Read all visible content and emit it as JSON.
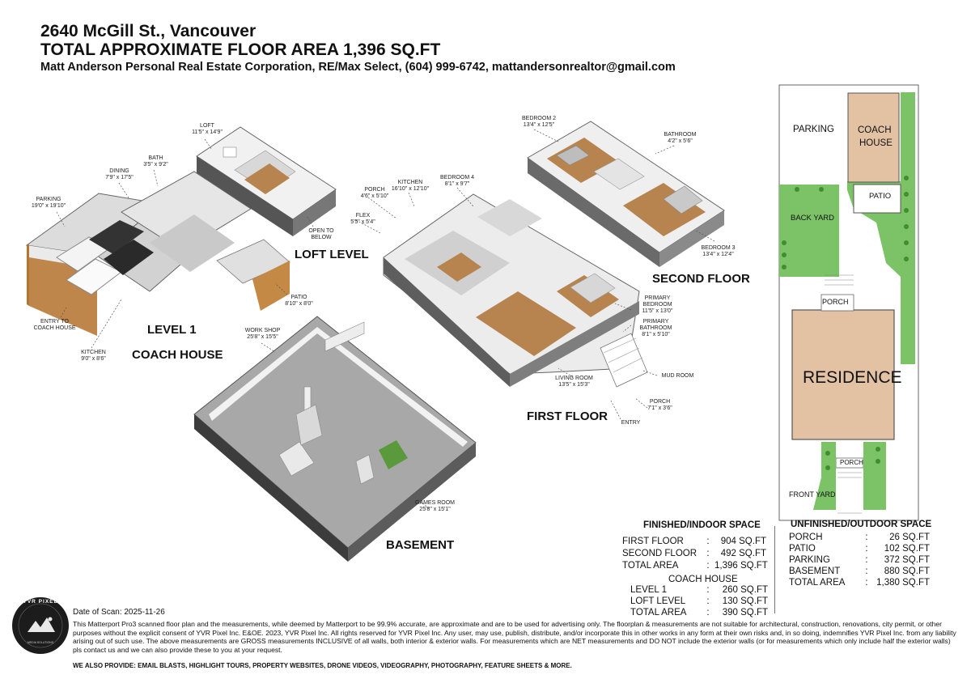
{
  "header": {
    "address": "2640 McGill St., Vancouver",
    "total_area": "TOTAL APPROXIMATE FLOOR AREA 1,396 SQ.FT",
    "agent": "Matt Anderson Personal Real Estate Corporation, RE/Max Select, (604) 999-6742, mattandersonrealtor@gmail.com"
  },
  "levels": {
    "loft": "LOFT LEVEL",
    "level1": "LEVEL 1",
    "coach_house": "COACH HOUSE",
    "second_floor": "SECOND FLOOR",
    "first_floor": "FIRST FLOOR",
    "basement": "BASEMENT"
  },
  "rooms": {
    "loft": {
      "name": "LOFT",
      "dim": "11'5\" x 14'9\""
    },
    "open_to_below": {
      "name": "OPEN TO",
      "dim": "BELOW"
    },
    "bath": {
      "name": "BATH",
      "dim": "3'5\" x 9'2\""
    },
    "dining": {
      "name": "DINING",
      "dim": "7'9\" x 17'5\""
    },
    "parking": {
      "name": "PARKING",
      "dim": "19'0\" x 19'10\""
    },
    "entry_coach": {
      "name": "ENTRY TO",
      "dim": "COACH HOUSE"
    },
    "kitchen_coach": {
      "name": "KITCHEN",
      "dim": "9'0\" x 8'6\""
    },
    "patio": {
      "name": "PATIO",
      "dim": "8'10\" x 8'0\""
    },
    "bedroom2": {
      "name": "BEDROOM 2",
      "dim": "13'4\" x 12'5\""
    },
    "bathroom": {
      "name": "BATHROOM",
      "dim": "4'2\" x 5'6\""
    },
    "bedroom3": {
      "name": "BEDROOM 3",
      "dim": "13'4\" x 12'4\""
    },
    "porch_back": {
      "name": "PORCH",
      "dim": "4'6\" x 5'10\""
    },
    "kitchen": {
      "name": "KITCHEN",
      "dim": "16'10\" x 12'10\""
    },
    "bedroom4": {
      "name": "BEDROOM 4",
      "dim": "8'1\" x 9'7\""
    },
    "flex": {
      "name": "FLEX",
      "dim": "5'5\" x 5'4\""
    },
    "primary_bedroom": {
      "name": "PRIMARY",
      "name2": "BEDROOM",
      "dim": "11'5\" x 13'0\""
    },
    "primary_bathroom": {
      "name": "PRIMARY",
      "name2": "BATHROOM",
      "dim": "8'1\" x 5'10\""
    },
    "mud_room": {
      "name": "MUD ROOM"
    },
    "living_room": {
      "name": "LIVING ROOM",
      "dim": "13'5\" x 15'3\""
    },
    "porch_front": {
      "name": "PORCH",
      "dim": "7'1\" x 3'6\""
    },
    "entry": {
      "name": "ENTRY"
    },
    "workshop": {
      "name": "WORK SHOP",
      "dim": "25'8\" x 15'5\""
    },
    "games_room": {
      "name": "GAMES ROOM",
      "dim": "25'8\" x 15'1\""
    }
  },
  "site_plan": {
    "parking": "PARKING",
    "coach_house_1": "COACH",
    "coach_house_2": "HOUSE",
    "patio": "PATIO",
    "back_yard": "BACK YARD",
    "porch_back": "PORCH",
    "residence": "RESIDENCE",
    "porch_front": "PORCH",
    "front_yard": "FRONT YARD",
    "colors": {
      "building": "#e3c2a4",
      "green": "#7cc267",
      "outline": "#555555"
    }
  },
  "finished": {
    "title": "FINISHED/INDOOR SPACE",
    "rows": [
      {
        "label": "FIRST FLOOR",
        "value": "904 SQ.FT"
      },
      {
        "label": "SECOND FLOOR",
        "value": "492 SQ.FT"
      },
      {
        "label": "TOTAL AREA",
        "value": "1,396 SQ.FT"
      }
    ],
    "coach_title": "COACH HOUSE",
    "coach_rows": [
      {
        "label": "LEVEL 1",
        "value": "260 SQ.FT"
      },
      {
        "label": "LOFT LEVEL",
        "value": "130 SQ.FT"
      },
      {
        "label": "TOTAL AREA",
        "value": "390 SQ.FT"
      }
    ]
  },
  "unfinished": {
    "title": "UNFINISHED/OUTDOOR SPACE",
    "rows": [
      {
        "label": "PORCH",
        "value": "26 SQ.FT"
      },
      {
        "label": "PATIO",
        "value": "102 SQ.FT"
      },
      {
        "label": "PARKING",
        "value": "372 SQ.FT"
      },
      {
        "label": "BASEMENT",
        "value": "880 SQ.FT"
      },
      {
        "label": "TOTAL AREA",
        "value": "1,380 SQ.FT"
      }
    ]
  },
  "colon": ":",
  "logo": {
    "text_top": "YVR PIXEL",
    "text_bottom": "MEDIA SOLUTIONS"
  },
  "footer": {
    "date": "Date of Scan: 2025-11-26",
    "disclaimer": "This Matterport Pro3 scanned floor plan and the measurements, while deemed by Matterport to be 99.9% accurate, are approximate and are to be used for advertising only. The floorplan & measurements are not suitable for architectural, construction, renovations, city permit, or other purposes without the explicit consent of YVR Pixel Inc. E&OE. 2023, YVR Pixel Inc. All rights reserved for YVR Pixel Inc. Any user, may use, publish, distribute, and/or incorporate this in other works in any form at their own risks and, in so doing, indemnifies YVR Pixel Inc. from any liability arising out of such use. The above measurements are GROSS measurements INCLUSIVE of all walls, both interior & exterior walls. For measurements which are NET measurements and DO NOT include the exterior walls (or for measurements which only include half the exterior walls) pls contact us and we can also provide these to you at your request.",
    "also": "WE ALSO PROVIDE: EMAIL BLASTS, HIGHLIGHT TOURS, PROPERTY WEBSITES, DRONE VIDEOS, VIDEOGRAPHY, PHOTOGRAPHY, FEATURE SHEETS & MORE."
  }
}
